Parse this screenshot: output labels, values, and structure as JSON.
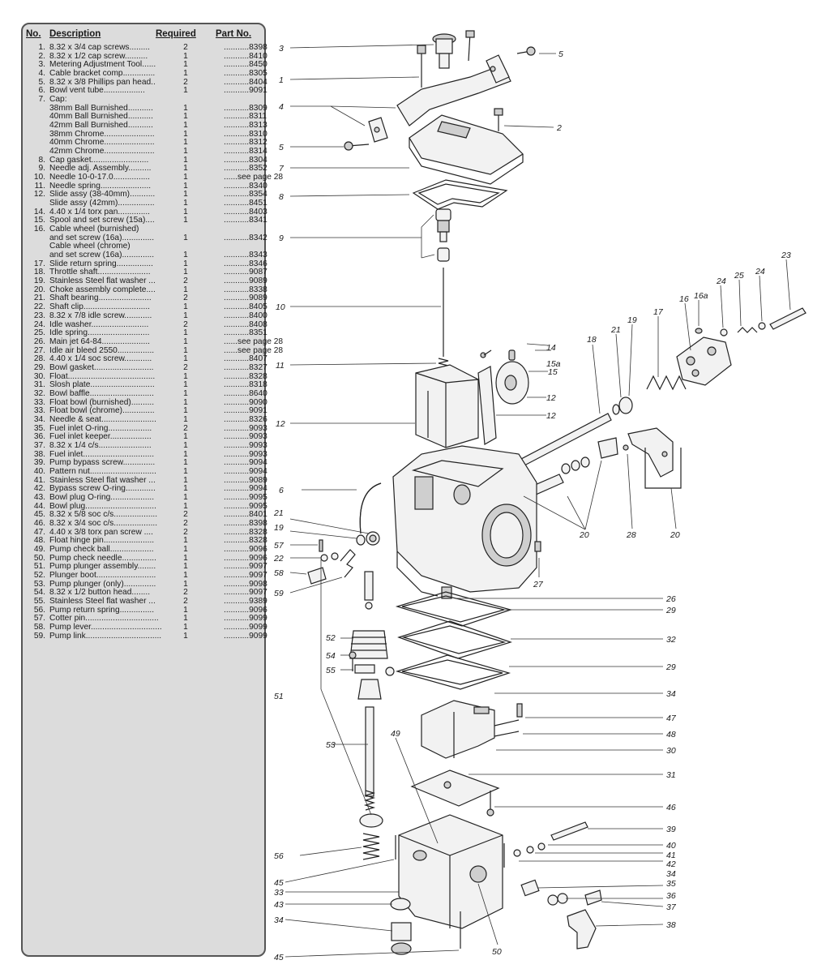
{
  "parts_list": {
    "headers": {
      "no": "No.",
      "description": "Description",
      "required": "Required",
      "part_no": "Part No."
    },
    "rows": [
      {
        "no": "1.",
        "desc": "8.32 x 3/4 cap screws.........",
        "req": "2",
        "part": "...........8398"
      },
      {
        "no": "2.",
        "desc": "8.32 x 1/2 cap screw..........",
        "req": "1",
        "part": "...........8410"
      },
      {
        "no": "3.",
        "desc": "Metering Adjustment Tool......",
        "req": "1",
        "part": "...........8450"
      },
      {
        "no": "4.",
        "desc": "Cable bracket comp..............",
        "req": "1",
        "part": "...........8305"
      },
      {
        "no": "5.",
        "desc": "8.32 x 3/8 Phillips pan head..",
        "req": "2",
        "part": "...........8404"
      },
      {
        "no": "6.",
        "desc": "Bowl vent tube..................",
        "req": "1",
        "part": "...........9091"
      },
      {
        "no": "7.",
        "desc": "Cap:",
        "req": "",
        "part": ""
      },
      {
        "no": "",
        "desc": "38mm Ball Burnished...........",
        "req": "1",
        "part": "...........8309"
      },
      {
        "no": "",
        "desc": "40mm Ball Burnished...........",
        "req": "1",
        "part": "...........8311"
      },
      {
        "no": "",
        "desc": "42mm Ball Burnished...........",
        "req": "1",
        "part": "...........8313"
      },
      {
        "no": "",
        "desc": "38mm Chrome......................",
        "req": "1",
        "part": "...........8310"
      },
      {
        "no": "",
        "desc": "40mm Chrome......................",
        "req": "1",
        "part": "...........8312"
      },
      {
        "no": "",
        "desc": "42mm Chrome......................",
        "req": "1",
        "part": "...........8314"
      },
      {
        "no": "8.",
        "desc": "Cap gasket.........................",
        "req": "1",
        "part": "...........8304"
      },
      {
        "no": "9.",
        "desc": "Needle adj. Assembly..........",
        "req": "1",
        "part": "...........8352"
      },
      {
        "no": "10.",
        "desc": "Needle 10-0-17.0................",
        "req": "1",
        "part": "......see page 28"
      },
      {
        "no": "11.",
        "desc": "Needle spring......................",
        "req": "1",
        "part": "...........8340"
      },
      {
        "no": "12.",
        "desc": "Slide assy (38-40mm)...........",
        "req": "1",
        "part": "...........8354"
      },
      {
        "no": "",
        "desc": "Slide assy (42mm)................",
        "req": "1",
        "part": "...........8451"
      },
      {
        "no": "14.",
        "desc": "4.40 x 1/4 torx pan..............",
        "req": "1",
        "part": "...........8403"
      },
      {
        "no": "15.",
        "desc": "Spool and set screw (15a)....",
        "req": "1",
        "part": "...........8341"
      },
      {
        "no": "16.",
        "desc": "Cable wheel (burnished)",
        "req": "",
        "part": ""
      },
      {
        "no": "",
        "desc": "and set screw (16a)..............",
        "req": "1",
        "part": "...........8342"
      },
      {
        "no": "",
        "desc": "Cable wheel (chrome)",
        "req": "",
        "part": ""
      },
      {
        "no": "",
        "desc": "and set screw (16a)..............",
        "req": "1",
        "part": "...........8343"
      },
      {
        "no": "17.",
        "desc": "Slide return spring................",
        "req": "1",
        "part": "...........8346"
      },
      {
        "no": "18.",
        "desc": "Throttle shaft.......................",
        "req": "1",
        "part": "...........9087"
      },
      {
        "no": "19.",
        "desc": "Stainless Steel flat washer ...",
        "req": "2",
        "part": "...........9089"
      },
      {
        "no": "20.",
        "desc": "Choke assembly complete....",
        "req": "1",
        "part": "...........8338"
      },
      {
        "no": "21.",
        "desc": "Shaft bearing.......................",
        "req": "2",
        "part": "...........9089"
      },
      {
        "no": "22.",
        "desc": "Shaft clip.............................",
        "req": "1",
        "part": "...........8405"
      },
      {
        "no": "23.",
        "desc": "8.32 x 7/8 idle screw............",
        "req": "1",
        "part": "...........8400"
      },
      {
        "no": "24.",
        "desc": "Idle washer.........................",
        "req": "2",
        "part": "...........8408"
      },
      {
        "no": "25.",
        "desc": "Idle spring...........................",
        "req": "1",
        "part": "...........8351"
      },
      {
        "no": "26.",
        "desc": "Main jet 64-84.....................",
        "req": "1",
        "part": "......see page 28"
      },
      {
        "no": "27.",
        "desc": "Idle air bleed 2550................",
        "req": "1",
        "part": "......see page 28"
      },
      {
        "no": "28.",
        "desc": "4.40 x 1/4 soc screw............",
        "req": "1",
        "part": "...........8407"
      },
      {
        "no": "29.",
        "desc": "Bowl gasket..........................",
        "req": "2",
        "part": "...........8327"
      },
      {
        "no": "30.",
        "desc": "Float......................................",
        "req": "1",
        "part": "...........8328"
      },
      {
        "no": "31.",
        "desc": "Slosh plate............................",
        "req": "1",
        "part": "...........8318"
      },
      {
        "no": "32.",
        "desc": "Bowl baffle............................",
        "req": "1",
        "part": "...........8640"
      },
      {
        "no": "33.",
        "desc": "Float bowl (burnished)..........",
        "req": "1",
        "part": "...........9090"
      },
      {
        "no": "33.",
        "desc": "Float bowl (chrome)..............",
        "req": "1",
        "part": "...........9091"
      },
      {
        "no": "34.",
        "desc": "Needle & seat........................",
        "req": "1",
        "part": "...........8326"
      },
      {
        "no": "35.",
        "desc": "Fuel inlet O-ring...................",
        "req": "2",
        "part": "...........9093"
      },
      {
        "no": "36.",
        "desc": "Fuel inlet keeper..................",
        "req": "1",
        "part": "...........9093"
      },
      {
        "no": "37.",
        "desc": "8.32 x 1/4 c/s.......................",
        "req": "1",
        "part": "...........9093"
      },
      {
        "no": "38.",
        "desc": "Fuel inlet...............................",
        "req": "1",
        "part": "...........9093"
      },
      {
        "no": "39.",
        "desc": "Pump bypass screw..............",
        "req": "1",
        "part": "...........9094"
      },
      {
        "no": "40.",
        "desc": "Pattern nut.............................",
        "req": "1",
        "part": "...........9094"
      },
      {
        "no": "41.",
        "desc": "Stainless Steel flat washer ...",
        "req": "1",
        "part": "...........9089"
      },
      {
        "no": "42.",
        "desc": "Bypass screw O-ring.............",
        "req": "1",
        "part": "...........9094"
      },
      {
        "no": "43.",
        "desc": "Bowl plug O-ring...................",
        "req": "1",
        "part": "...........9095"
      },
      {
        "no": "44.",
        "desc": "Bowl plug...............................",
        "req": "1",
        "part": "...........9095"
      },
      {
        "no": "45.",
        "desc": "8.32 x 5/8 soc c/s...................",
        "req": "2",
        "part": "...........8401"
      },
      {
        "no": "46.",
        "desc": "8.32 x 3/4 soc c/s...................",
        "req": "2",
        "part": "...........8398"
      },
      {
        "no": "47.",
        "desc": "4.40 x 3/8 torx pan screw ....",
        "req": "2",
        "part": "...........8328"
      },
      {
        "no": "48.",
        "desc": "Float hinge pin......................",
        "req": "1",
        "part": "...........8328"
      },
      {
        "no": "49.",
        "desc": "Pump check ball...................",
        "req": "1",
        "part": "...........9096"
      },
      {
        "no": "50.",
        "desc": "Pump check needle...............",
        "req": "1",
        "part": "...........9096"
      },
      {
        "no": "51.",
        "desc": "Pump plunger assembly........",
        "req": "1",
        "part": "...........9097"
      },
      {
        "no": "52.",
        "desc": "Plunger boot..........................",
        "req": "1",
        "part": "...........9097"
      },
      {
        "no": "53.",
        "desc": "Pump plunger (only)..............",
        "req": "1",
        "part": "...........9098"
      },
      {
        "no": "54.",
        "desc": "8.32 x 1/2 button head........",
        "req": "2",
        "part": "...........9097"
      },
      {
        "no": "55.",
        "desc": "Stainless Steel flat washer ...",
        "req": "2",
        "part": "...........9389"
      },
      {
        "no": "56.",
        "desc": "Pump return spring...............",
        "req": "1",
        "part": "...........9096"
      },
      {
        "no": "57.",
        "desc": "Cotter pin................................",
        "req": "1",
        "part": "...........9099"
      },
      {
        "no": "58.",
        "desc": "Pump lever...............................",
        "req": "1",
        "part": "...........9099"
      },
      {
        "no": "59.",
        "desc": "Pump link.................................",
        "req": "1",
        "part": "...........9099"
      }
    ]
  },
  "diagram": {
    "callouts": [
      "3",
      "5",
      "1",
      "4",
      "2",
      "5",
      "7",
      "8",
      "9",
      "23",
      "24",
      "24",
      "25",
      "16a",
      "16",
      "17",
      "19",
      "21",
      "18",
      "14",
      "15a",
      "15",
      "12",
      "12",
      "10",
      "11",
      "12",
      "6",
      "21",
      "19",
      "57",
      "22",
      "58",
      "59",
      "20",
      "28",
      "20",
      "27",
      "26",
      "29",
      "52",
      "32",
      "54",
      "55",
      "29",
      "51",
      "34",
      "47",
      "48",
      "53",
      "30",
      "49",
      "31",
      "46",
      "39",
      "56",
      "40",
      "41",
      "42",
      "34",
      "35",
      "45",
      "33",
      "43",
      "36",
      "37",
      "34",
      "38",
      "45",
      "50"
    ]
  }
}
